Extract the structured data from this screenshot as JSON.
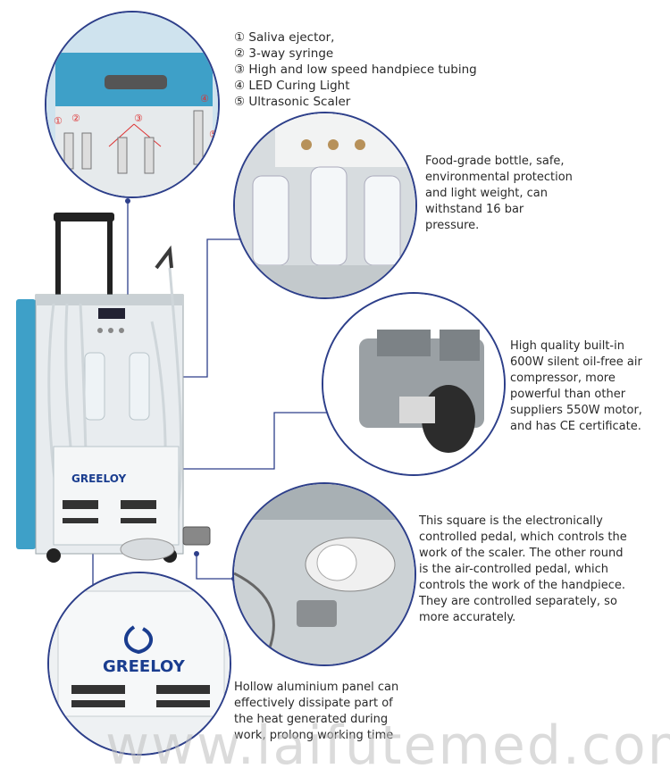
{
  "features": {
    "handpieces": [
      "① Saliva ejector,",
      "② 3-way syringe",
      "③ High and low speed handpiece tubing",
      "④ LED Curing Light",
      "⑤ Ultrasonic Scaler"
    ],
    "bottle": [
      "Food-grade bottle, safe,",
      "environmental protection",
      "and light weight, can",
      "withstand 16 bar",
      "pressure."
    ],
    "compressor": [
      "High quality built-in",
      "600W silent oil-free air",
      "compressor, more",
      "powerful than other",
      "suppliers 550W motor,",
      "and has CE certificate."
    ],
    "pedal": [
      "This square is the electronically",
      "controlled pedal, which controls the",
      "work of the scaler. The other round",
      "is the air-controlled pedal, which",
      "controls the work of the handpiece.",
      "They are controlled separately,  so",
      "more accurately."
    ],
    "panel": [
      "Hollow aluminium panel can",
      "effectively dissipate part of",
      "the heat generated during",
      "work, prolong working time"
    ]
  },
  "callout_numbers": [
    "①",
    "②",
    "③",
    "④",
    "⑤"
  ],
  "brand": "GREELOY",
  "watermark": "www.laifutemed.com",
  "colors": {
    "connector": "#2d3f8a",
    "case_blue": "#3ea0c8",
    "aluminium": "#c9d0d4"
  }
}
